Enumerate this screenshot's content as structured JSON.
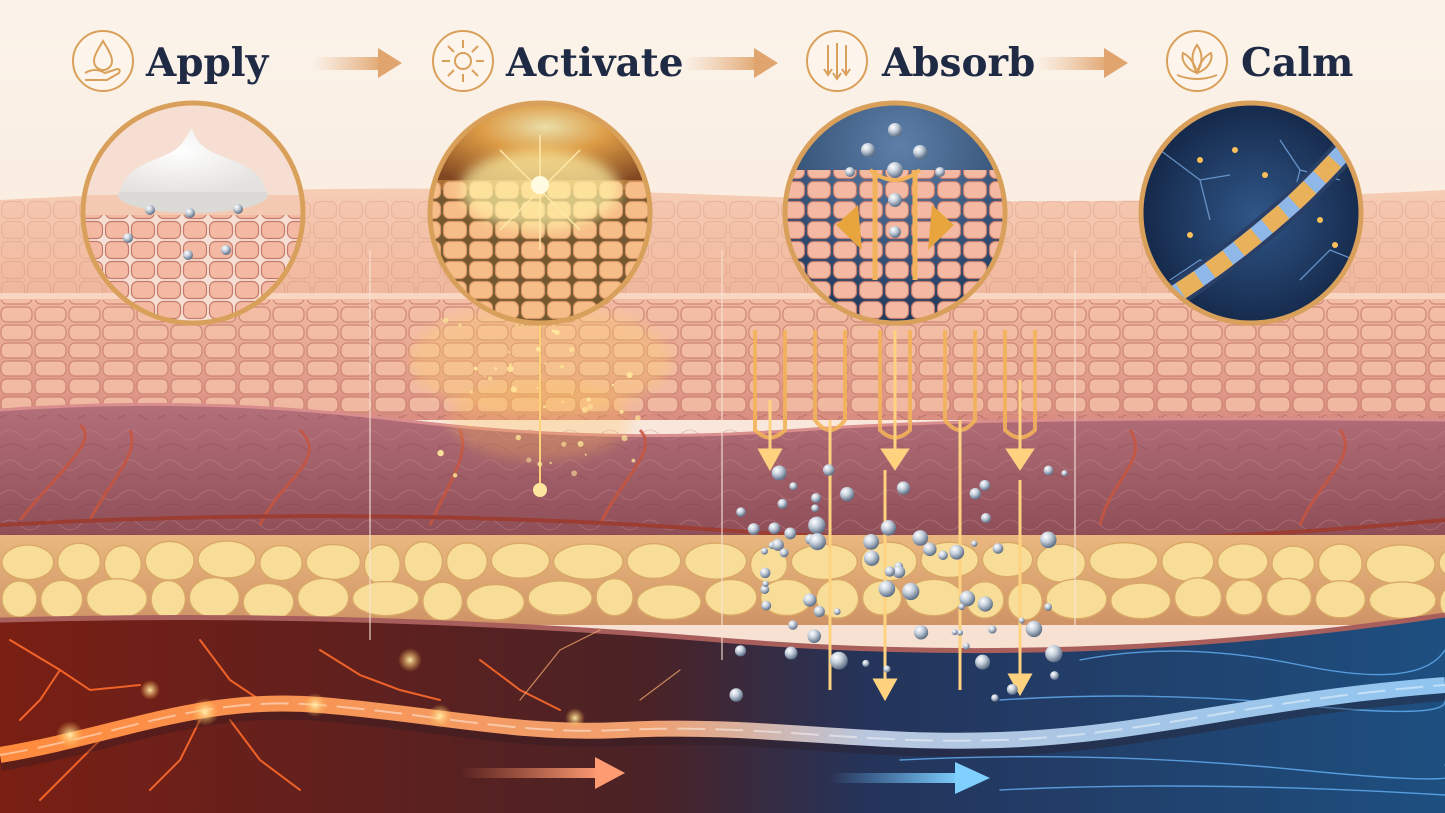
{
  "steps": [
    {
      "id": "apply",
      "label": "Apply",
      "icon": "droplet-hand-icon"
    },
    {
      "id": "activate",
      "label": "Activate",
      "icon": "sun-burst-icon"
    },
    {
      "id": "absorb",
      "label": "Absorb",
      "icon": "downward-arrows-icon"
    },
    {
      "id": "calm",
      "label": "Calm",
      "icon": "lotus-icon"
    }
  ],
  "colors": {
    "title": "#1f2a44",
    "accent_gold": "#d9a05b",
    "arrow": "#e2ad7a",
    "epidermis": "#f0b7a0",
    "dermis": "#a8656d",
    "fat": "#f6d88e",
    "nerve_inflamed": "#ff6a2a",
    "nerve_calm": "#5fb4ff",
    "droplet": "#b9c6d6"
  }
}
